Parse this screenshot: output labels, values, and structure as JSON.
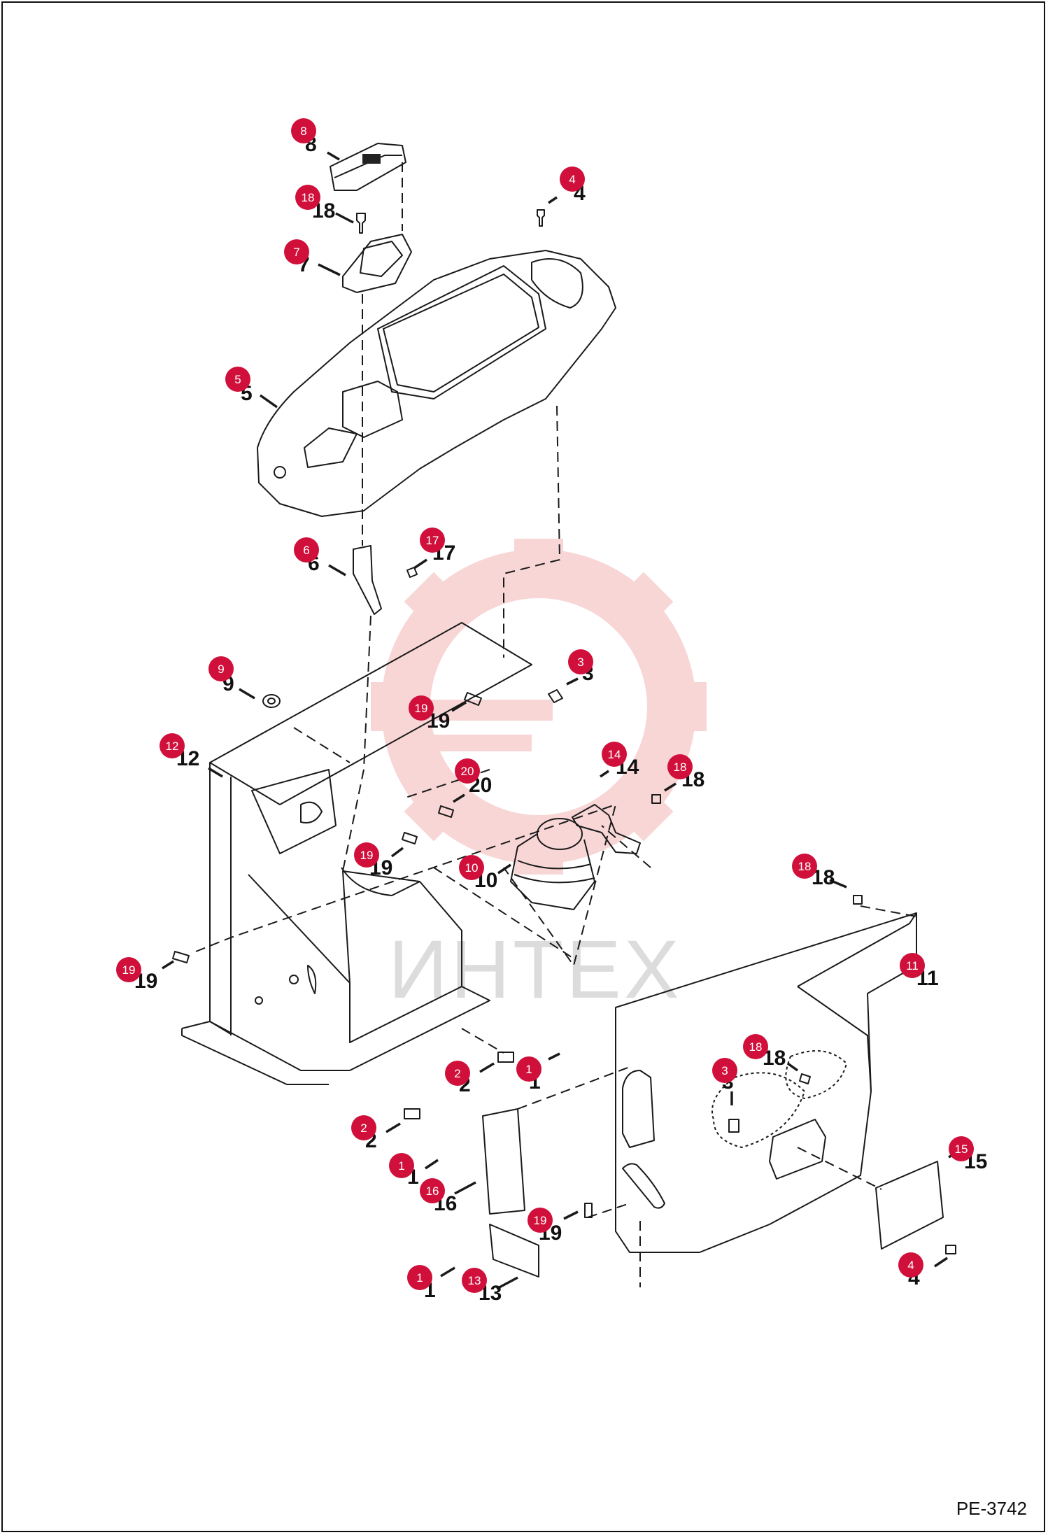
{
  "page": {
    "figure_id": "PE-3742",
    "watermark_text": "ИНТЕХ"
  },
  "colors": {
    "badge": "#d0103a",
    "ink": "#111111",
    "watermark_logo": "#f3b5b5"
  },
  "callouts": [
    {
      "n": "8",
      "label": "8"
    },
    {
      "n": "18",
      "label": "18"
    },
    {
      "n": "4",
      "label": "4"
    },
    {
      "n": "7",
      "label": "7"
    },
    {
      "n": "5",
      "label": "5"
    },
    {
      "n": "6",
      "label": "6"
    },
    {
      "n": "17",
      "label": "17"
    },
    {
      "n": "9",
      "label": "9"
    },
    {
      "n": "3",
      "label": "3"
    },
    {
      "n": "19",
      "label": "19"
    },
    {
      "n": "12",
      "label": "12"
    },
    {
      "n": "14",
      "label": "14"
    },
    {
      "n": "18",
      "label": "18"
    },
    {
      "n": "20",
      "label": "20"
    },
    {
      "n": "19",
      "label": "19"
    },
    {
      "n": "10",
      "label": "10"
    },
    {
      "n": "18",
      "label": "18"
    },
    {
      "n": "11",
      "label": "11"
    },
    {
      "n": "19",
      "label": "19"
    },
    {
      "n": "18",
      "label": "18"
    },
    {
      "n": "3",
      "label": "3"
    },
    {
      "n": "2",
      "label": "2"
    },
    {
      "n": "1",
      "label": "1"
    },
    {
      "n": "2",
      "label": "2"
    },
    {
      "n": "15",
      "label": "15"
    },
    {
      "n": "1",
      "label": "1"
    },
    {
      "n": "16",
      "label": "16"
    },
    {
      "n": "19",
      "label": "19"
    },
    {
      "n": "1",
      "label": "1"
    },
    {
      "n": "13",
      "label": "13"
    },
    {
      "n": "4",
      "label": "4"
    }
  ]
}
